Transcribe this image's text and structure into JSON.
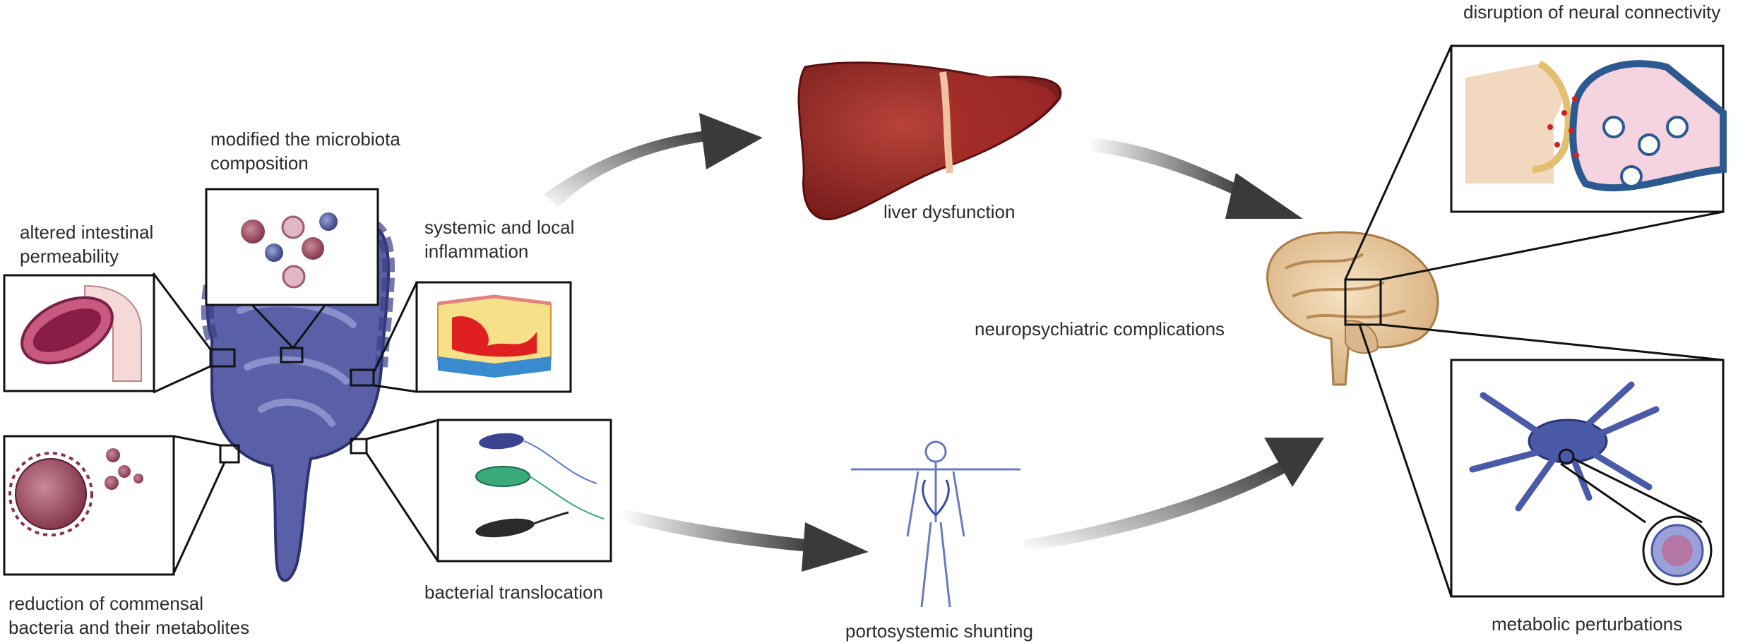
{
  "labels": {
    "microbiota": "modified the microbiota\ncomposition",
    "permeability": "altered intestinal\npermeability",
    "inflammation": "systemic and local\ninflammation",
    "commensal": "reduction of commensal\nbacteria and their metabolites",
    "translocation": "bacterial translocation",
    "liver": "liver dysfunction",
    "shunting": "portosystemic shunting",
    "neuro": "neuropsychiatric complications",
    "connectivity": "disruption of neural connectivity",
    "metabolic": "metabolic perturbations"
  },
  "colors": {
    "intestine": "#5a60a8",
    "liver": "#8c1c1c",
    "arrow": "#3a3a3a",
    "brain": "#e8c89a",
    "neuron": "#4a5aa8"
  }
}
